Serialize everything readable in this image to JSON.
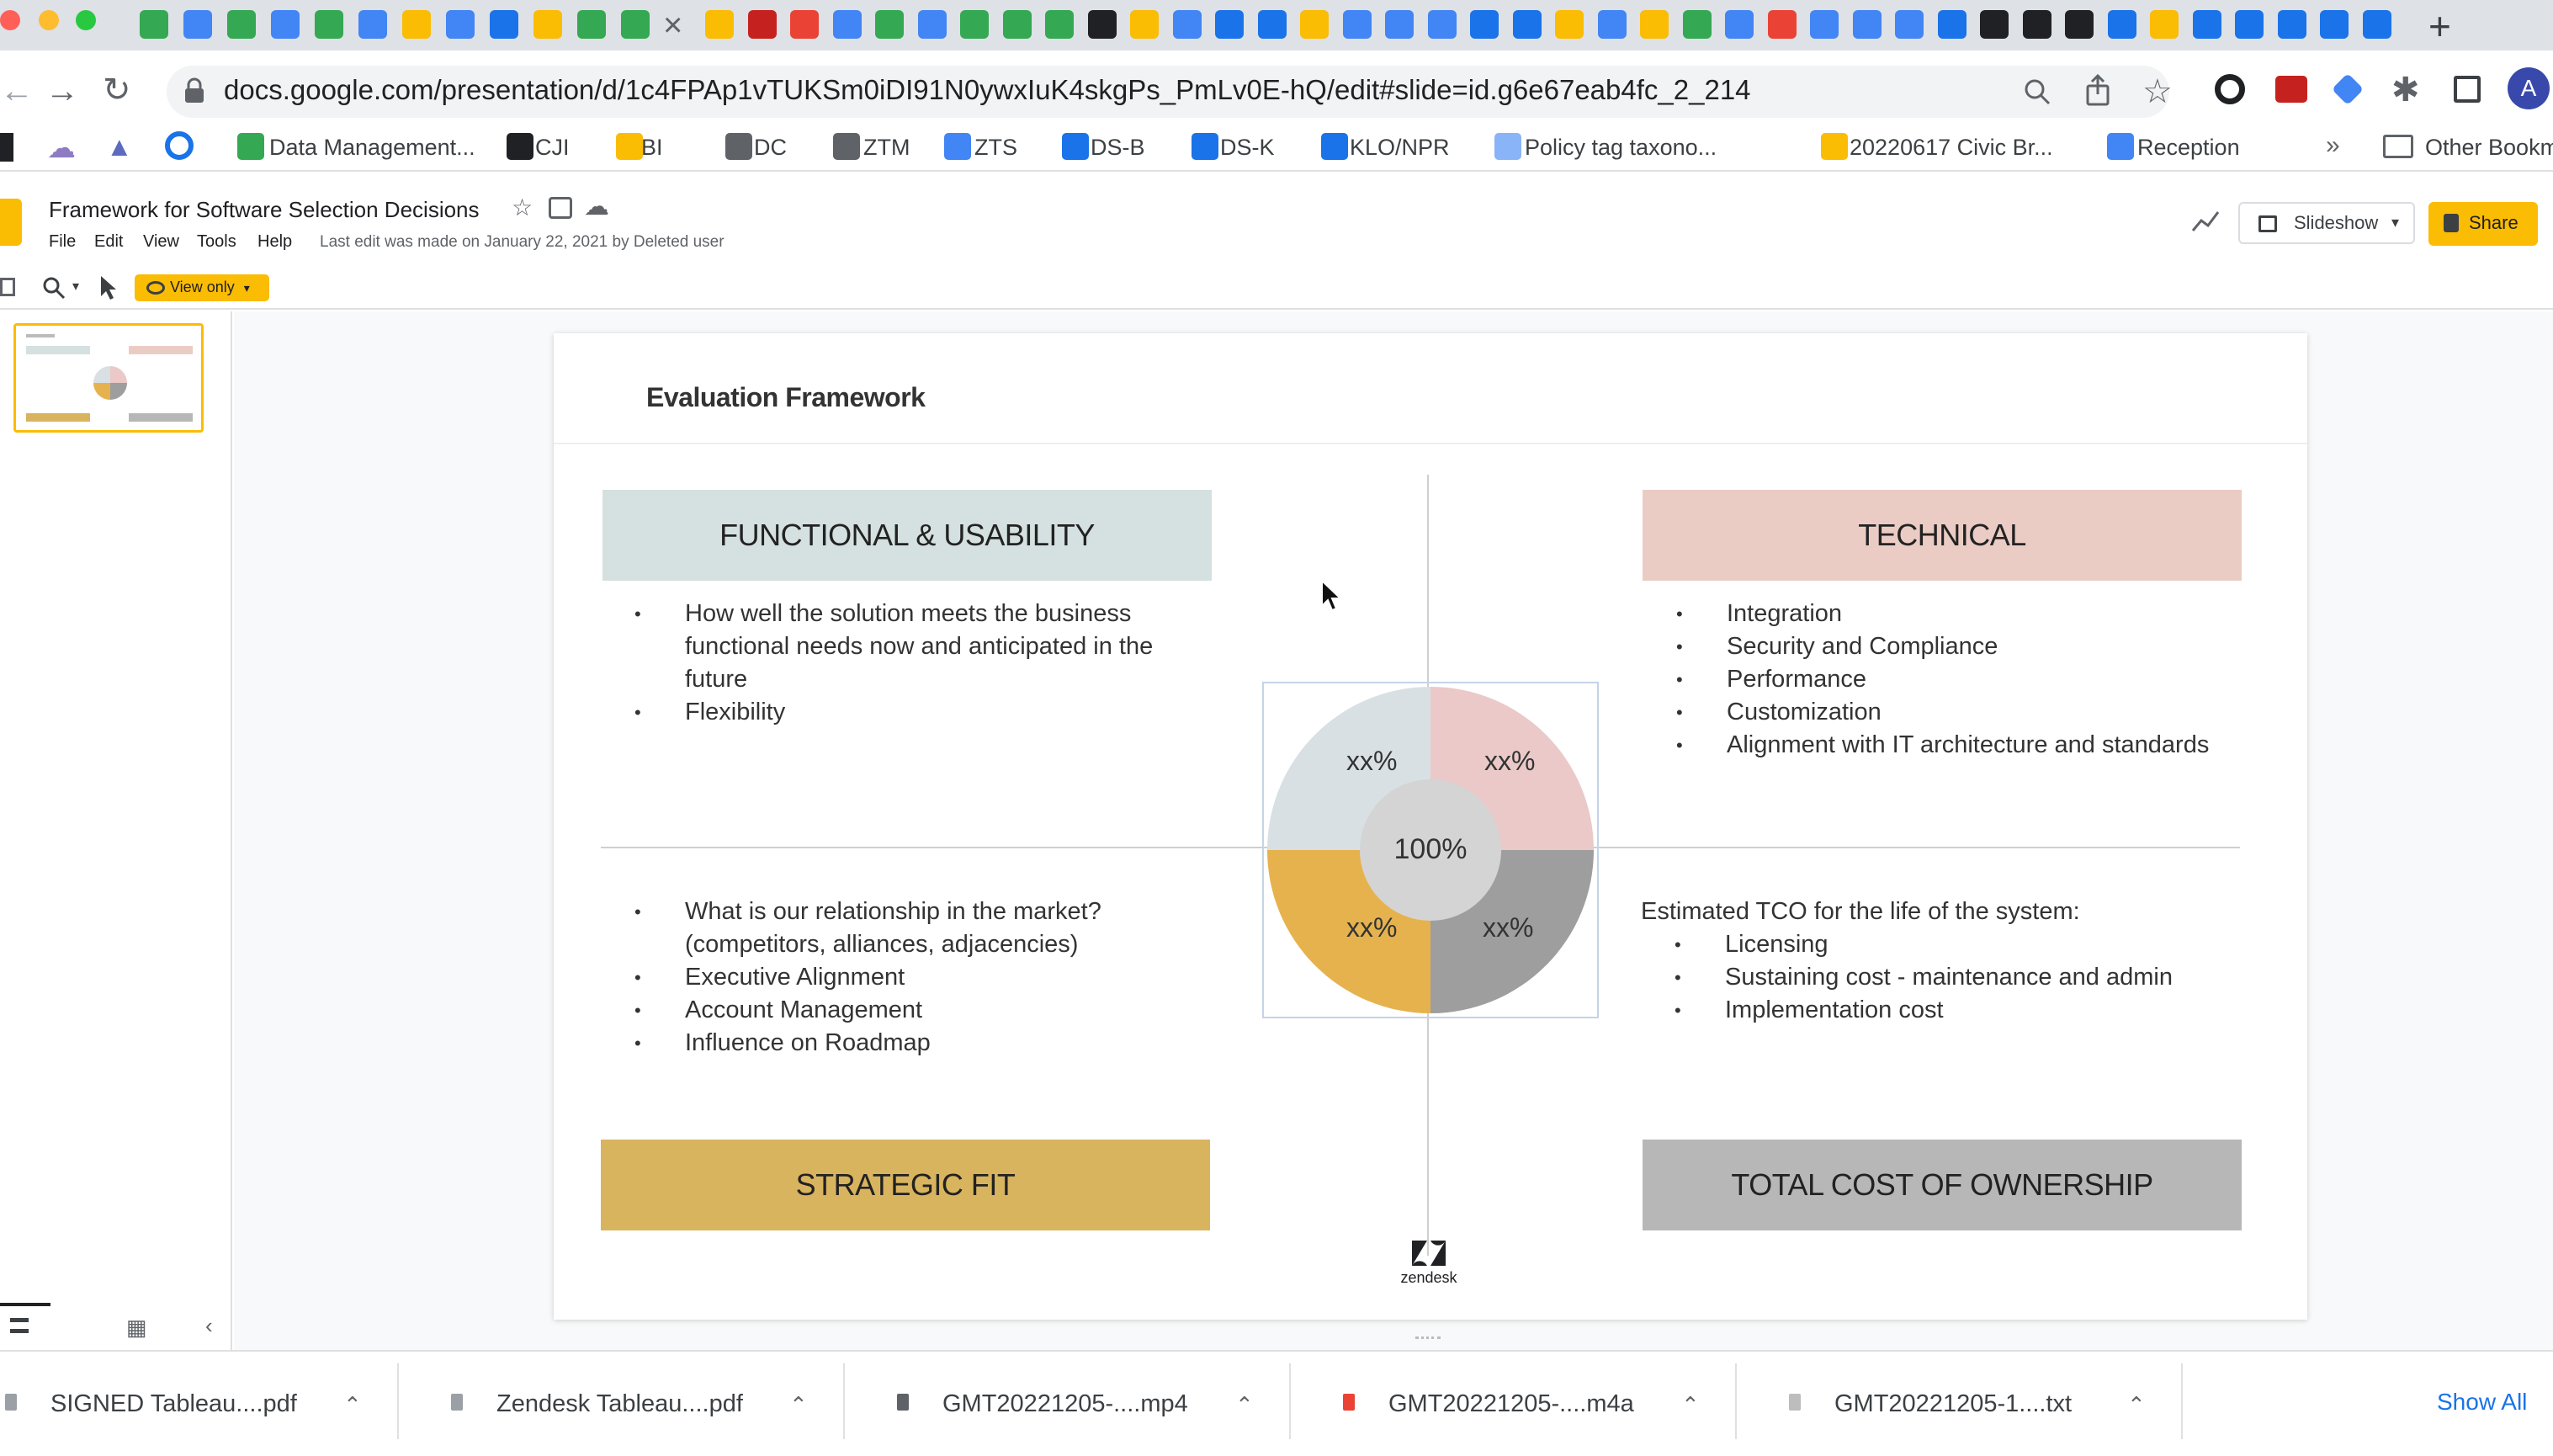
{
  "browser": {
    "url": "docs.google.com/presentation/d/1c4FPAp1vTUKSm0iDI91N0ywxIuK4skgPs_PmLv0E-hQ/edit#slide=id.g6e67eab4fc_2_214",
    "tab_close": "×",
    "new_tab": "+",
    "profile_initial": "A",
    "bookmarks": [
      {
        "label": "Data Management...",
        "color": "#34a853"
      },
      {
        "label": "CJI",
        "color": "#202124"
      },
      {
        "label": "BI",
        "color": "#fbbc04"
      },
      {
        "label": "DC",
        "color": "#5f6368"
      },
      {
        "label": "ZTM",
        "color": "#5f6368"
      },
      {
        "label": "ZTS",
        "color": "#4285f4"
      },
      {
        "label": "DS-B",
        "color": "#1a73e8"
      },
      {
        "label": "DS-K",
        "color": "#1a73e8"
      },
      {
        "label": "KLO/NPR",
        "color": "#1a73e8"
      },
      {
        "label": "Policy tag taxono...",
        "color": "#8ab4f8"
      },
      {
        "label": "20220617 Civic Br...",
        "color": "#fbbc04"
      },
      {
        "label": "Reception",
        "color": "#4285f4"
      }
    ],
    "bookmarks_overflow": "»",
    "other_bookmarks": "Other Bookm"
  },
  "slides_app": {
    "title": "Framework for Software Selection Decisions",
    "menus": [
      "File",
      "Edit",
      "View",
      "Tools",
      "Help"
    ],
    "last_edit": "Last edit was made on January 22, 2021 by Deleted user",
    "slideshow_label": "Slideshow",
    "share_label": "Share",
    "view_only_label": "View only",
    "accent": "#fbbc04"
  },
  "slide": {
    "title": "Evaluation Framework",
    "functional": {
      "header": "FUNCTIONAL & USABILITY",
      "color": "#d5e0e0",
      "bullets": [
        "How well the solution meets the business functional needs now and anticipated in the future",
        "Flexibility"
      ]
    },
    "technical": {
      "header": "TECHNICAL",
      "color": "#ebccc4",
      "bullets": [
        "Integration",
        "Security and Compliance",
        "Performance",
        "Customization",
        "Alignment with IT architecture and standards"
      ]
    },
    "strategic": {
      "header": "STRATEGIC FIT",
      "color": "#d9b45e",
      "bullets": [
        "What is our relationship in the market? (competitors, alliances, adjacencies)",
        "Executive Alignment",
        "Account Management",
        "Influence on Roadmap"
      ]
    },
    "tco": {
      "header": "TOTAL COST OF OWNERSHIP",
      "color": "#b7b7b7",
      "intro": "Estimated TCO for the life of the system:",
      "bullets": [
        "Licensing",
        "Sustaining cost - maintenance and admin",
        "Implementation cost"
      ]
    },
    "pie": {
      "center_label": "100%",
      "quadrants": [
        {
          "label": "xx%",
          "color": "#d8e0e3"
        },
        {
          "label": "xx%",
          "color": "#ebc9c9"
        },
        {
          "label": "xx%",
          "color": "#9e9e9e"
        },
        {
          "label": "xx%",
          "color": "#e6b24e"
        }
      ]
    },
    "logo_text": "zendesk"
  },
  "downloads": {
    "items": [
      "SIGNED Tableau....pdf",
      "Zendesk Tableau....pdf",
      "GMT20221205-....mp4",
      "GMT20221205-....m4a",
      "GMT20221205-1....txt"
    ],
    "show_all": "Show All"
  }
}
